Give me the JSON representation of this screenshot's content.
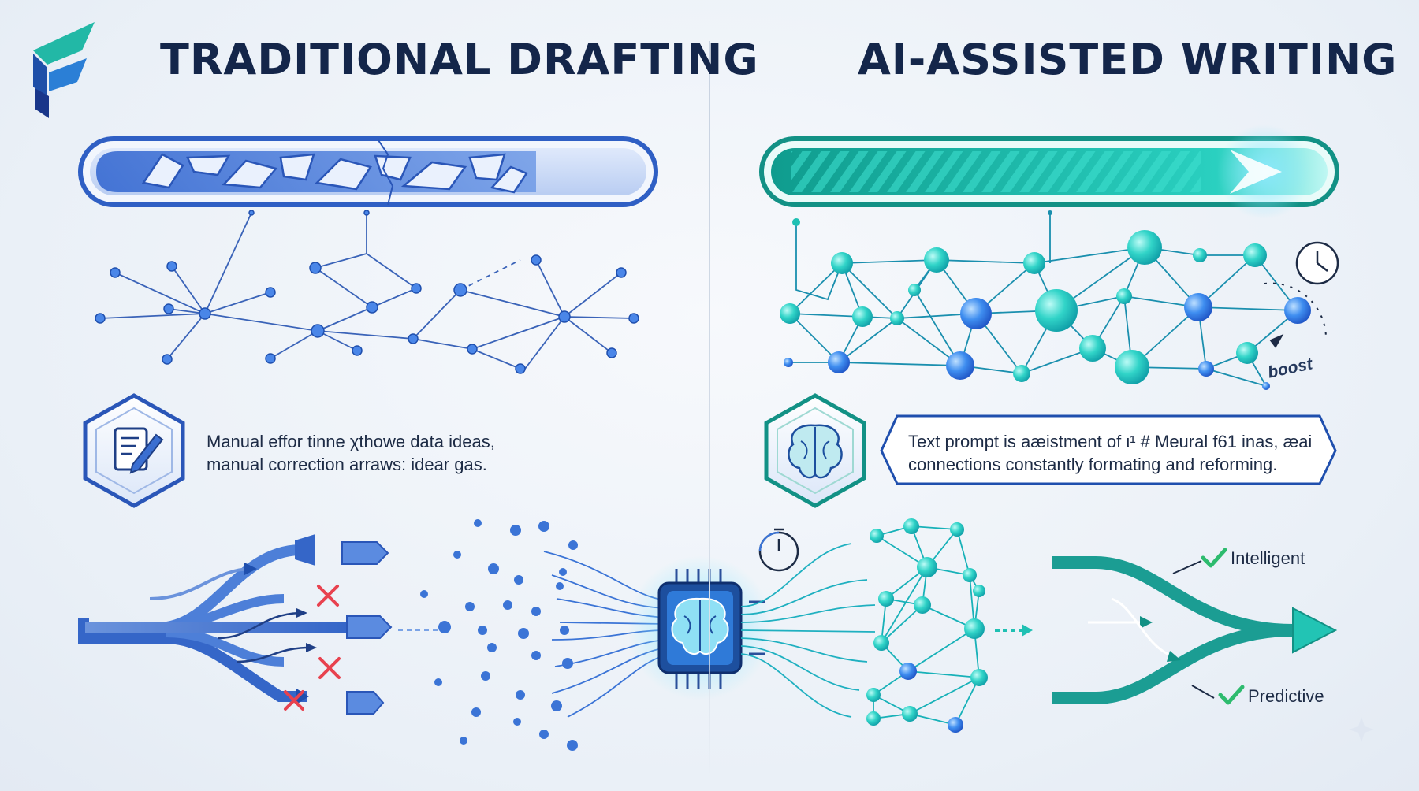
{
  "left_panel": {
    "title": "TRADITIONAL DRAFTING",
    "description_lines": [
      "Manual effor tinne χthowe data ideas,",
      "manual correction arraws: idear gas."
    ],
    "icon": "document-pen-icon",
    "progress_bar_style": "cracked"
  },
  "right_panel": {
    "title": "AI-ASSISTED WRITING",
    "description_lines": [
      "Text prompt is aæistment of ι¹ # Meural f61 inas, æai",
      "connections constantly formating and reforming."
    ],
    "icon": "brain-icon",
    "progress_bar_style": "striped-glowing",
    "boost_label": "boost"
  },
  "flow_labels": {
    "intelligent": "Intelligent",
    "predictive": "Predictive"
  },
  "colors": {
    "title": "#14264a",
    "traditional_blue": "#3b6fd1",
    "ai_teal": "#1fc0b3",
    "ai_cyan": "#2fd3e0",
    "reject_red": "#e8424f",
    "check_green": "#2dbb6e",
    "background": "#eef2f8"
  },
  "icons": [
    "logo-icon",
    "document-pen-icon",
    "brain-icon",
    "chip-brain-icon",
    "clock-icon",
    "stopwatch-icon",
    "checkmark-icon",
    "x-mark-icon",
    "sparkle-icon"
  ]
}
